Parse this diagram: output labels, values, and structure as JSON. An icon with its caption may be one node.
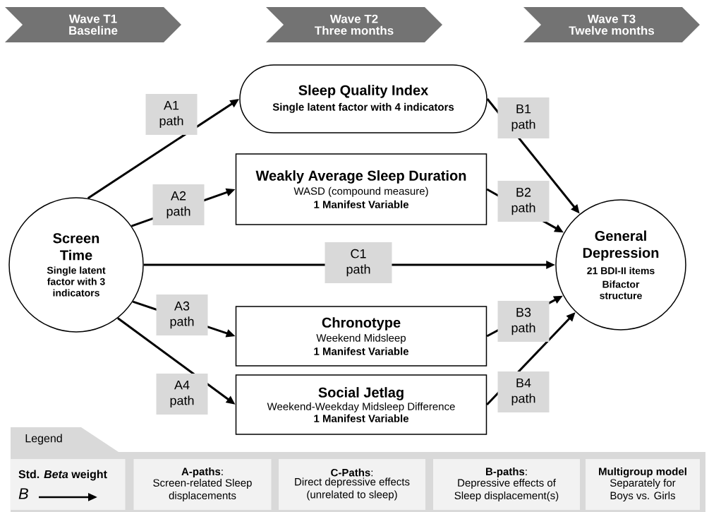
{
  "diagram": {
    "nodes": [
      {
        "text": [
          "Wave T1",
          "Baseline"
        ]
      },
      {
        "text": [
          "Wave T2",
          "Three months"
        ]
      },
      {
        "text": [
          "Wave T3",
          "Twelve months"
        ]
      },
      {
        "text": [
          "Screen Time",
          "Single latent factor with 3 indicators"
        ]
      },
      {
        "text": [
          "Sleep Quality Index",
          "Single latent factor with 4 indicators"
        ]
      },
      {
        "text": [
          "Weakly Average Sleep Duration",
          "WASD (compound measure)",
          "1 Manifest Variable"
        ]
      },
      {
        "text": [
          "Chronotype",
          "Weekend Midsleep",
          "1 Manifest Variable"
        ]
      },
      {
        "text": [
          "Social Jetlag",
          "Weekend-Weekday Midsleep Difference",
          "1 Manifest Variable"
        ]
      },
      {
        "text": [
          "General Depression",
          "21 BDI-II items",
          "Bifactor structure"
        ]
      },
      {
        "text": [
          "Legend"
        ]
      },
      {
        "text": [
          "Std. *Beta* weight",
          "B"
        ],
        "in": 9
      },
      {
        "text": [
          "**A-paths**:",
          "Screen-related Sleep displacements"
        ],
        "in": 9
      },
      {
        "text": [
          "**C-Paths**:",
          "Direct depressive effects (unrelated to sleep)"
        ],
        "in": 9
      },
      {
        "text": [
          "**B-paths**:",
          "Depressive effects of Sleep displacement(s)"
        ],
        "in": 9
      },
      {
        "text": [
          "Multigroup model",
          "Separately for Boys vs. Girls"
        ],
        "in": 9
      }
    ],
    "edges": [
      {
        "from": 3,
        "to": 4,
        "arrow": "to",
        "label": "A1 path"
      },
      {
        "from": 3,
        "to": 5,
        "arrow": "to",
        "label": "A2 path"
      },
      {
        "from": 3,
        "to": 8,
        "arrow": "to",
        "label": "C1 path"
      },
      {
        "from": 3,
        "to": 6,
        "arrow": "to",
        "label": "A3 path"
      },
      {
        "from": 3,
        "to": 7,
        "arrow": "to",
        "label": "A4 path"
      },
      {
        "from": 4,
        "to": 8,
        "arrow": "to",
        "label": "B1 path"
      },
      {
        "from": 5,
        "to": 8,
        "arrow": "to",
        "label": "B2 path"
      },
      {
        "from": 6,
        "to": 8,
        "arrow": "to",
        "label": "B3 path"
      },
      {
        "from": 7,
        "to": 8,
        "arrow": "to",
        "label": "B4 path"
      }
    ]
  }
}
